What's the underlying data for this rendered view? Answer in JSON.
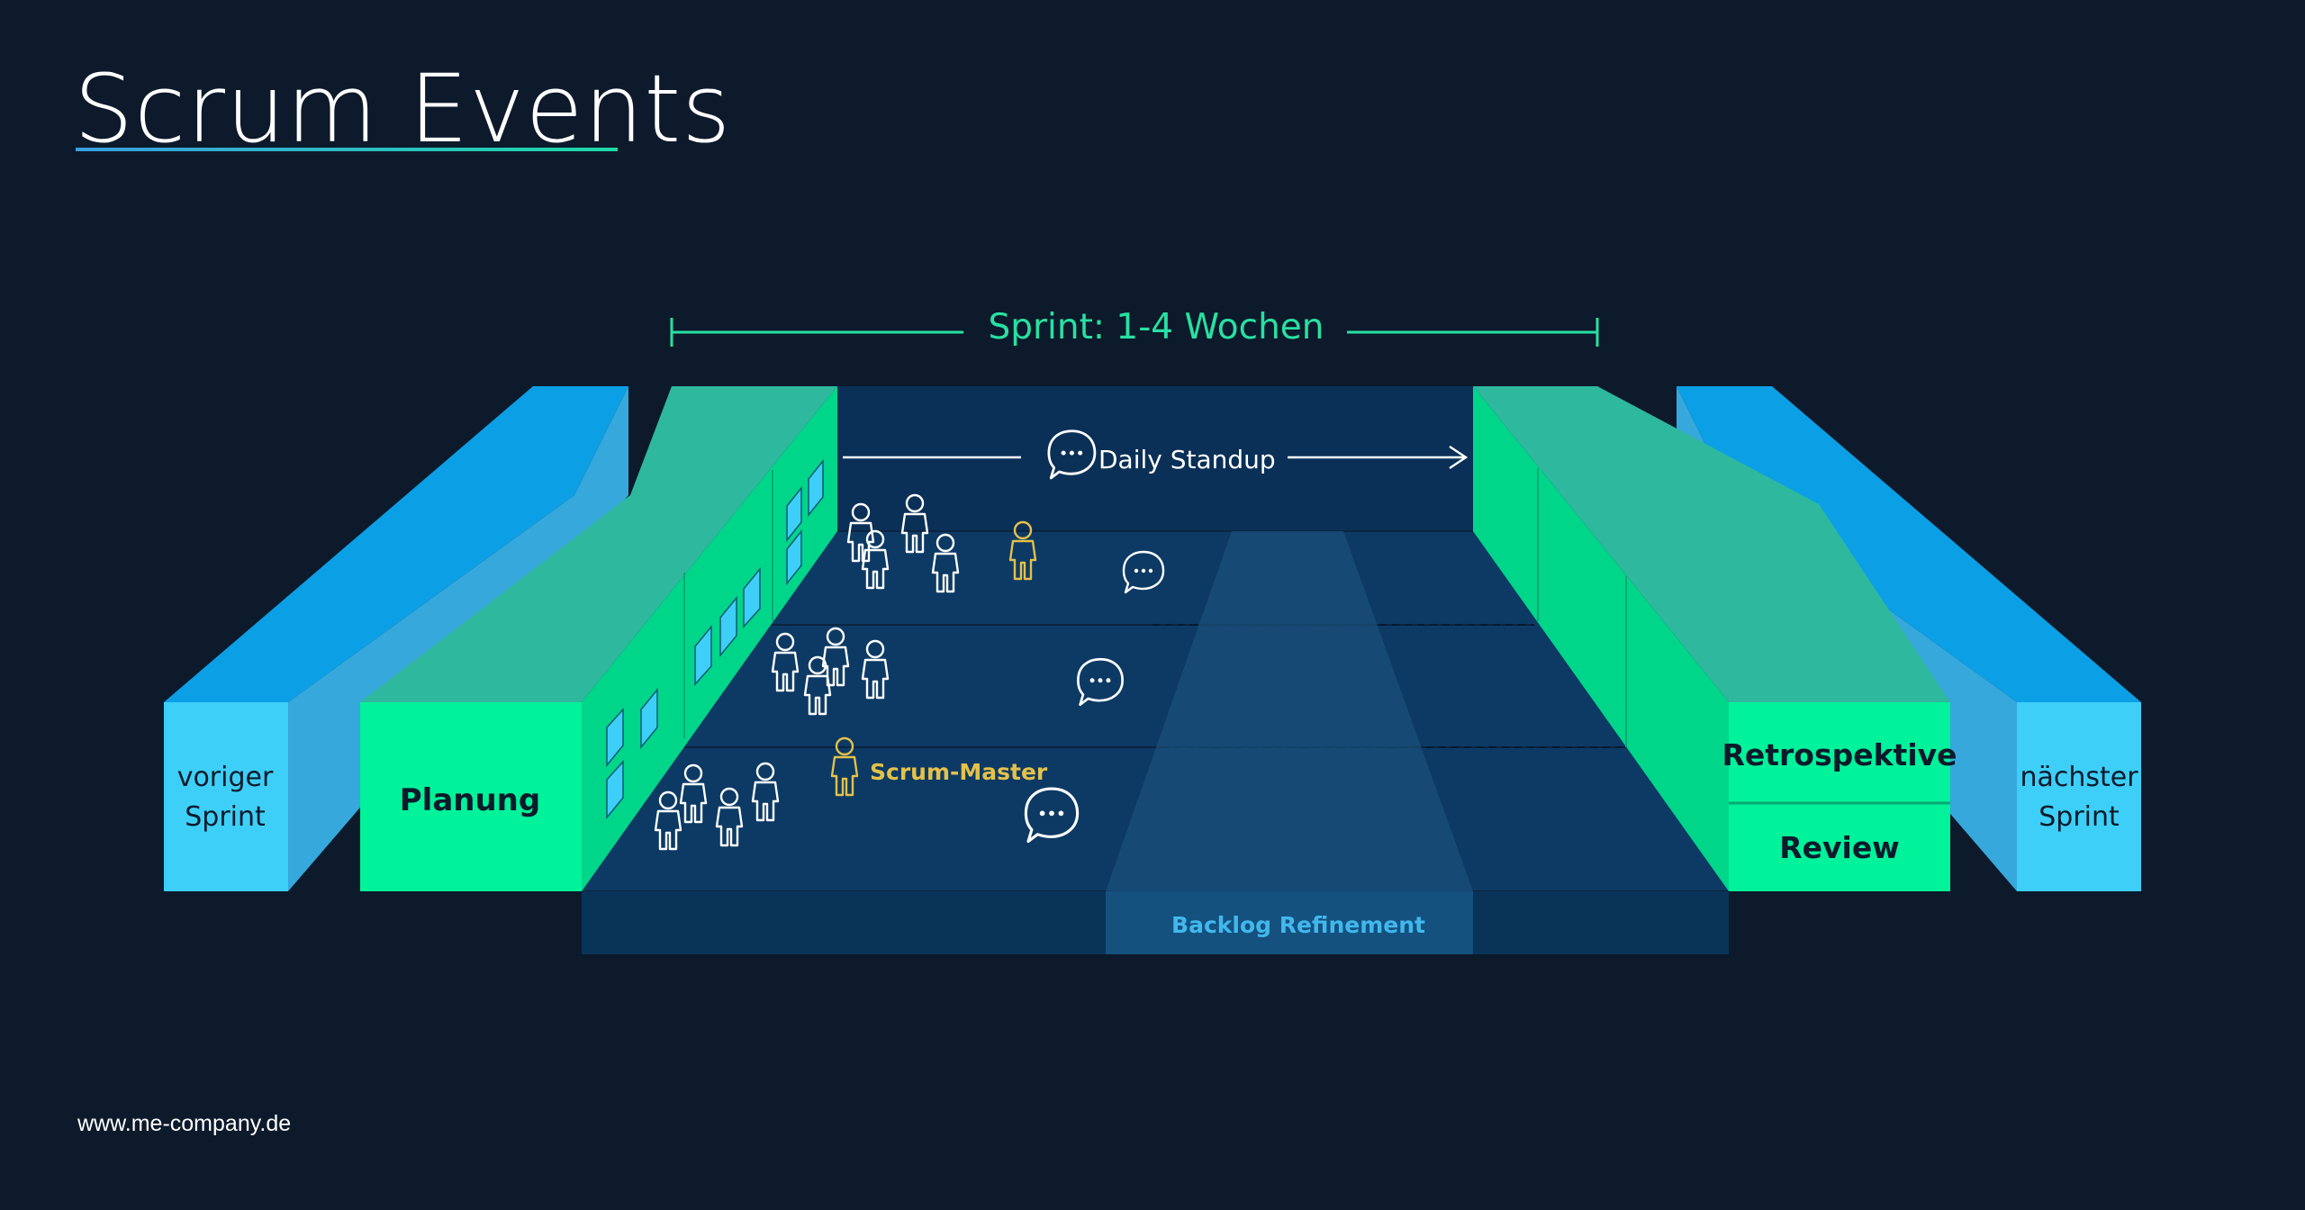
{
  "title": "Scrum Events",
  "footer": {
    "url": "www.me-company.de"
  },
  "diagram": {
    "sprint_label": "Sprint: 1-4 Wochen",
    "daily_standup_label": "Daily Standup",
    "backlog_refinement_label": "Backlog Refinement",
    "scrum_master_label": "Scrum-Master",
    "left_block": {
      "line1": "voriger",
      "line2": "Sprint"
    },
    "planning_label": "Planung",
    "retrospective_label": "Retrospektive",
    "review_label": "Review",
    "right_block": {
      "line1": "nächster",
      "line2": "Sprint"
    }
  },
  "colors": {
    "background": "#0c1a2b",
    "floor": "#0d3a64",
    "green": "#00f29a",
    "teal": "#2eb89d",
    "light_blue": "#3dcff7",
    "blue": "#0b9fe6",
    "yellow": "#e3c14a",
    "accent_text": "#28e0a2",
    "backlog_text": "#41b8ec"
  }
}
